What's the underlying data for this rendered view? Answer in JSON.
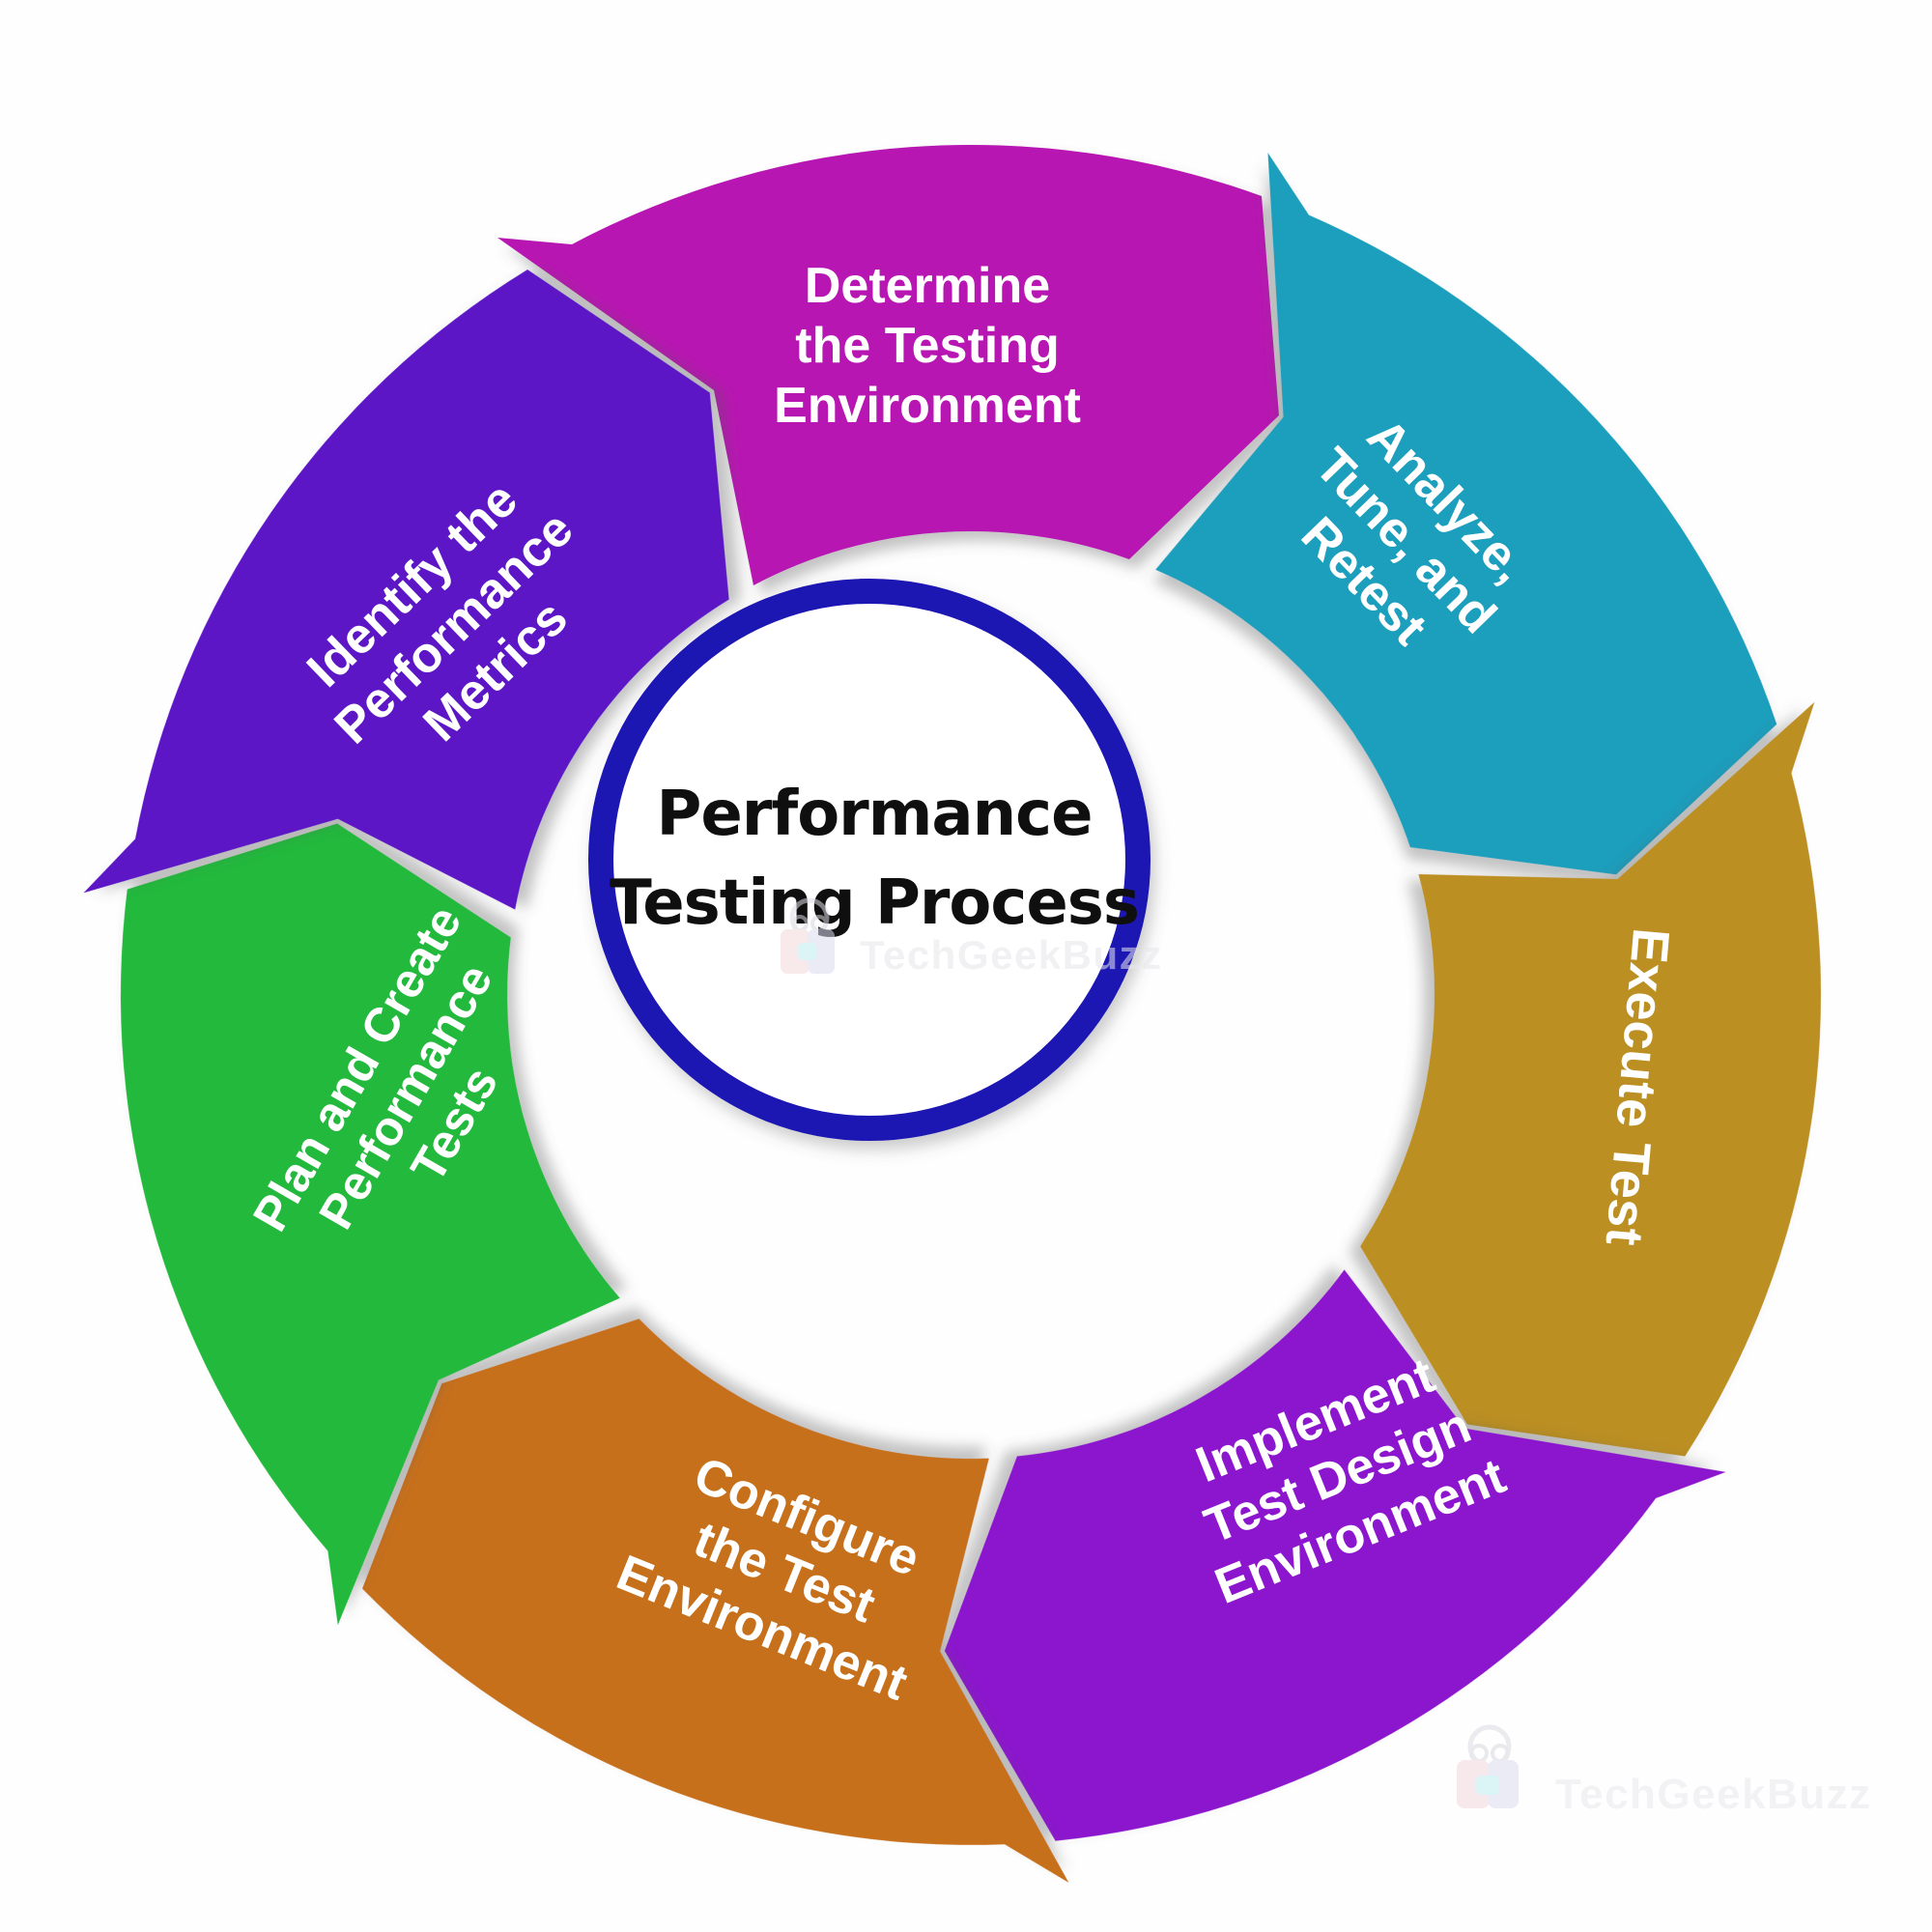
{
  "diagram": {
    "title": {
      "line1": "Performance",
      "line2": "Testing Process",
      "color": "#0f0f10"
    },
    "ring_color": "#1c12b2",
    "background_color": "#fefefe",
    "label_text_color": "#ffffff",
    "watermark": {
      "text": "TechGeekBuzz",
      "color": "#e7e7eb"
    },
    "segments": [
      {
        "id": "determine-testing-environment",
        "label": "Determine the Testing Environment",
        "line1": "Determine",
        "line2": "the Testing",
        "line3": "Environment",
        "color": "#b818b2"
      },
      {
        "id": "analyze-tune-retest",
        "label": "Analyze, Tune, and Retest",
        "line1": "Analyze,",
        "line2": "Tune, and",
        "line3": "Retest",
        "color": "#1a9ebd"
      },
      {
        "id": "execute-test",
        "label": "Execute Test",
        "line1": "Execute Test",
        "color": "#bb8f22"
      },
      {
        "id": "implement-test-design-environment",
        "label": "Implement Test Design Environment",
        "line1": "Implement",
        "line2": "Test Design",
        "line3": "Environment",
        "color": "#8c14cd"
      },
      {
        "id": "configure-test-environment",
        "label": "Configure the Test Environment",
        "line1": "Configure",
        "line2": "the Test",
        "line3": "Environment",
        "color": "#c76f1e"
      },
      {
        "id": "plan-create-performance-tests",
        "label": "Plan and Create Performance Tests",
        "line1": "Plan and Create",
        "line2": "Performance",
        "line3": "Tests",
        "color": "#23b93c"
      },
      {
        "id": "identify-performance-metrics",
        "label": "Identify the Performance Metrics",
        "line1": "Identify the",
        "line2": "Performance",
        "line3": "Metrics",
        "color": "#5c13c6"
      }
    ]
  }
}
